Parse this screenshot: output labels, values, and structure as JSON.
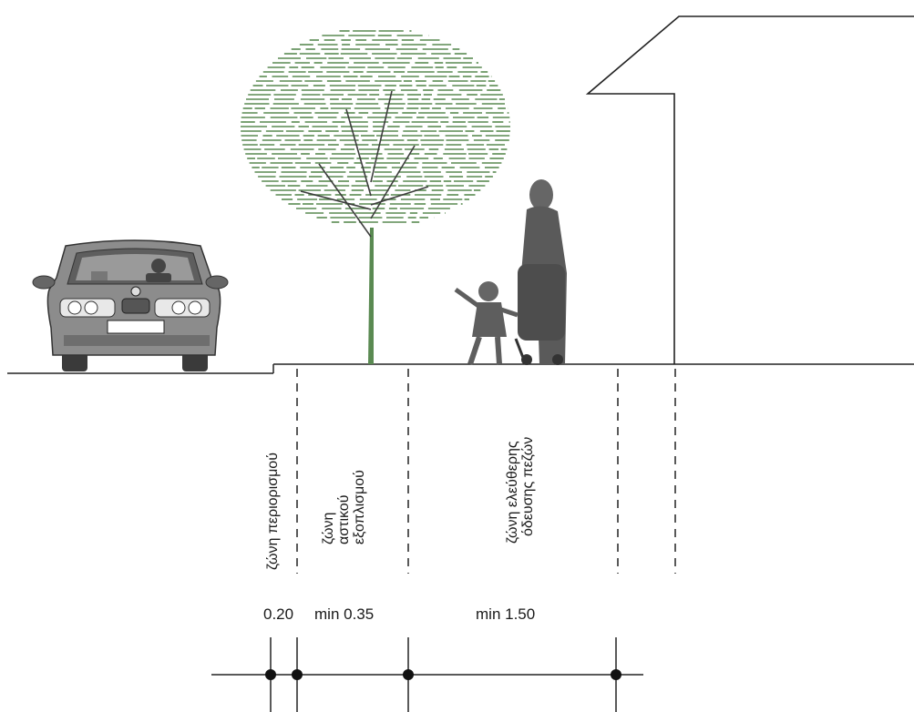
{
  "zones": [
    {
      "label_lines": [
        "ζώνη περιορισμού"
      ]
    },
    {
      "label_lines": [
        "ζώνη",
        "αστικού",
        "εξοπλισμού"
      ]
    },
    {
      "label_lines": [
        "ζώνη ελεύθερης",
        "όδευσης πεζών"
      ]
    }
  ],
  "dimensions": [
    "0.20",
    "min 0.35",
    "min 1.50"
  ],
  "colors": {
    "line": "#222222",
    "tree": "#5a8a52",
    "figure": "#555555"
  },
  "icons": [
    "car-icon",
    "tree-icon",
    "pedestrian-icon",
    "building-icon"
  ]
}
